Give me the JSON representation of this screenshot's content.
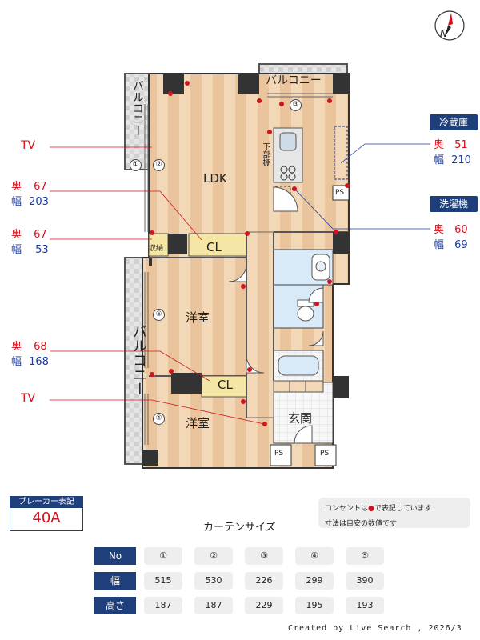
{
  "rooms": {
    "ldk": "LDK",
    "yoshitsu_1": "洋室",
    "yoshitsu_2": "洋室",
    "genkan": "玄関",
    "cl_1": "CL",
    "cl_2": "CL",
    "shuno": "収納",
    "shitabudana": "下部棚",
    "balcony_top": "バルコニー",
    "balcony_left_top": "バルコニー",
    "balcony_left_bottom": "バルコニー",
    "ps_kitchen": "PS",
    "ps_entry_1": "PS",
    "ps_entry_2": "PS"
  },
  "window_numbers": [
    "①",
    "②",
    "③",
    "④",
    "⑤"
  ],
  "annotations": {
    "tv_top": "TV",
    "tv_bottom": "TV",
    "ldk_storage": {
      "depth_label": "奥",
      "depth": "67",
      "width_label": "幅",
      "width": "203"
    },
    "shuno": {
      "depth_label": "奥",
      "depth": "67",
      "width_label": "幅",
      "width": "53"
    },
    "bedroom_cl": {
      "depth_label": "奥",
      "depth": "68",
      "width_label": "幅",
      "width": "168"
    },
    "fridge": {
      "title": "冷蔵庫",
      "depth_label": "奥",
      "depth": "51",
      "width_label": "幅",
      "width": "210"
    },
    "washer": {
      "title": "洗濯機",
      "depth_label": "奥",
      "depth": "60",
      "width_label": "幅",
      "width": "69"
    }
  },
  "breaker": {
    "label": "ブレーカー表記",
    "value": "40A"
  },
  "notes": {
    "line1": "コンセントは",
    "line1b": "で表記しています",
    "line2": "寸法は目安の数値です"
  },
  "curtain": {
    "title": "カーテンサイズ",
    "row_labels": [
      "No",
      "幅",
      "高さ"
    ],
    "numbers": [
      "①",
      "②",
      "③",
      "④",
      "⑤"
    ],
    "widths": [
      "515",
      "530",
      "226",
      "299",
      "390"
    ],
    "heights": [
      "187",
      "187",
      "229",
      "195",
      "193"
    ]
  },
  "footer": "Created by Live Search , 2026/3",
  "compass": "N",
  "colors": {
    "navy": "#1f3f7a",
    "red": "#d0141e",
    "blue": "#1a3aa0",
    "floor": "#f0d4b3",
    "wall": "#3a3a3a"
  }
}
